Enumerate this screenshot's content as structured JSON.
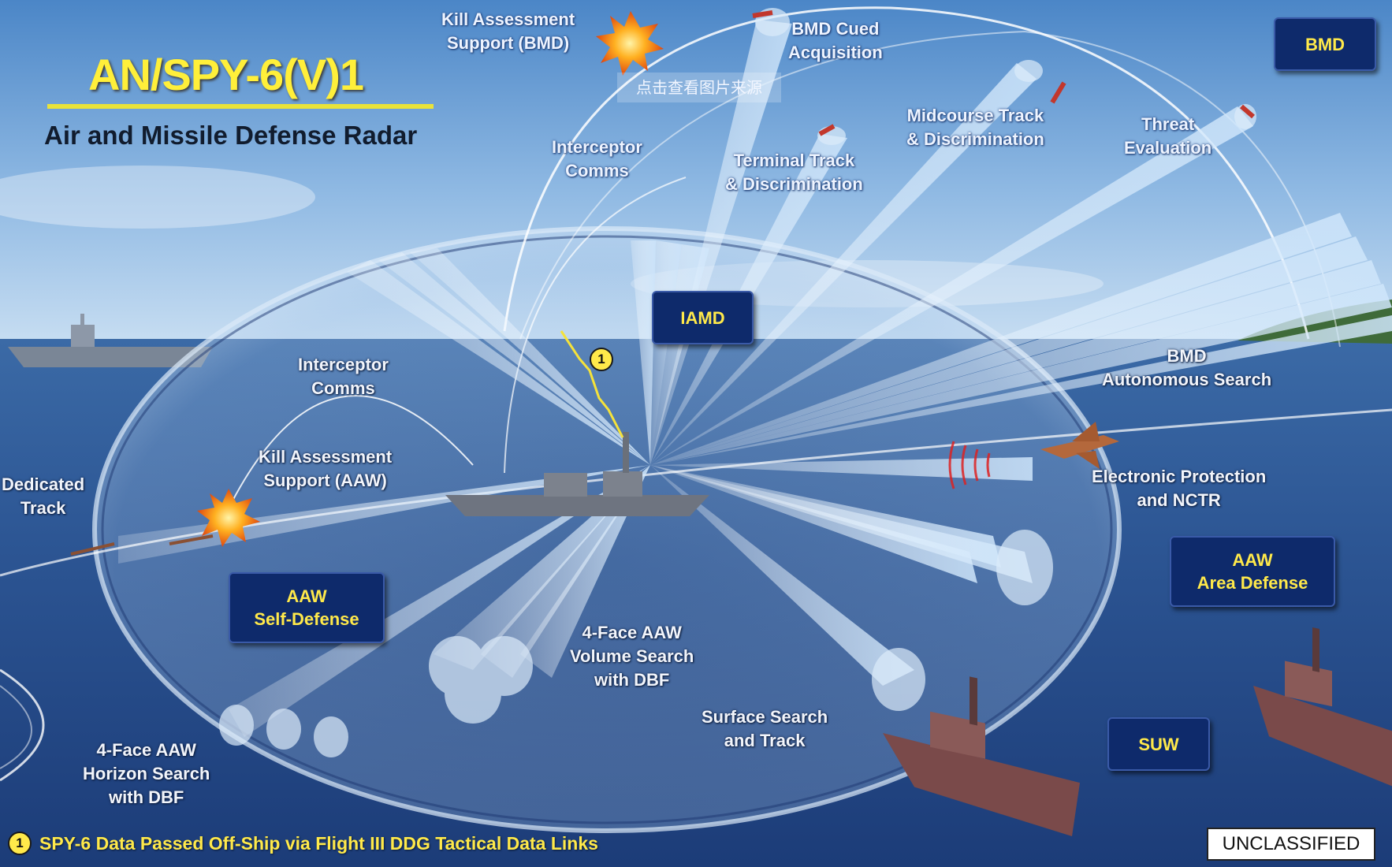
{
  "title": "AN/SPY-6(V)1",
  "subtitle": "Air and Missile Defense Radar",
  "watermark": "点击查看图片来源",
  "labels": {
    "kill_assessment_bmd": "Kill Assessment\nSupport (BMD)",
    "bmd_cued_acquisition": "BMD Cued\nAcquisition",
    "interceptor_comms_upper": "Interceptor\nComms",
    "terminal_track": "Terminal Track\n& Discrimination",
    "midcourse_track": "Midcourse Track\n& Discrimination",
    "threat_evaluation": "Threat\nEvaluation",
    "interceptor_comms_lower": "Interceptor\nComms",
    "bmd_autonomous_search": "BMD\nAutonomous Search",
    "dedicated_track": "Dedicated\nTrack",
    "kill_assessment_aaw": "Kill Assessment\nSupport (AAW)",
    "electronic_protection": "Electronic Protection\nand NCTR",
    "volume_search": "4-Face AAW\nVolume Search\nwith DBF",
    "surface_search": "Surface Search\nand Track",
    "horizon_search": "4-Face AAW\nHorizon Search\nwith DBF"
  },
  "boxes": {
    "bmd": "BMD",
    "iamd": "IAMD",
    "aaw_self_defense": "AAW\nSelf-Defense",
    "aaw_area_defense": "AAW\nArea Defense",
    "suw": "SUW"
  },
  "marker_number": "1",
  "footnote": {
    "number": "1",
    "text": "SPY-6 Data Passed Off-Ship via Flight III DDG Tactical Data Links"
  },
  "classification": "UNCLASSIFIED",
  "colors": {
    "title": "#ffef3a",
    "box_bg": "#0e2a6b",
    "box_text": "#ffe94a",
    "beam": "#c9e4fb",
    "sea": "#2a4d86"
  }
}
